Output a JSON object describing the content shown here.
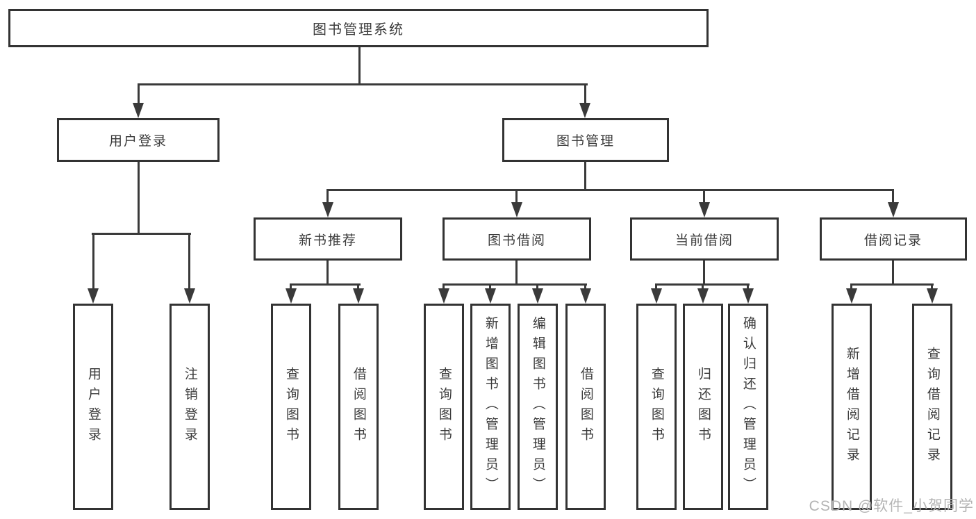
{
  "colors": {
    "line": "#3a3a3a",
    "box_border": "#333333",
    "text": "#3b3b3b",
    "watermark": "#b4b4b4",
    "background": "#ffffff"
  },
  "watermark": "CSDN @软件_小贺同学",
  "tree": {
    "label": "图书管理系统",
    "children": [
      {
        "label": "用户登录",
        "children": [
          {
            "label": "用户登录"
          },
          {
            "label": "注销登录"
          }
        ]
      },
      {
        "label": "图书管理",
        "children": [
          {
            "label": "新书推荐",
            "children": [
              {
                "label": "查询图书"
              },
              {
                "label": "借阅图书"
              }
            ]
          },
          {
            "label": "图书借阅",
            "children": [
              {
                "label": "查询图书"
              },
              {
                "label": "新增图书（管理员）"
              },
              {
                "label": "编辑图书（管理员）"
              },
              {
                "label": "借阅图书"
              }
            ]
          },
          {
            "label": "当前借阅",
            "children": [
              {
                "label": "查询图书"
              },
              {
                "label": "归还图书"
              },
              {
                "label": "确认归还（管理员）"
              }
            ]
          },
          {
            "label": "借阅记录",
            "children": [
              {
                "label": "新增借阅记录"
              },
              {
                "label": "查询借阅记录"
              }
            ]
          }
        ]
      }
    ]
  }
}
